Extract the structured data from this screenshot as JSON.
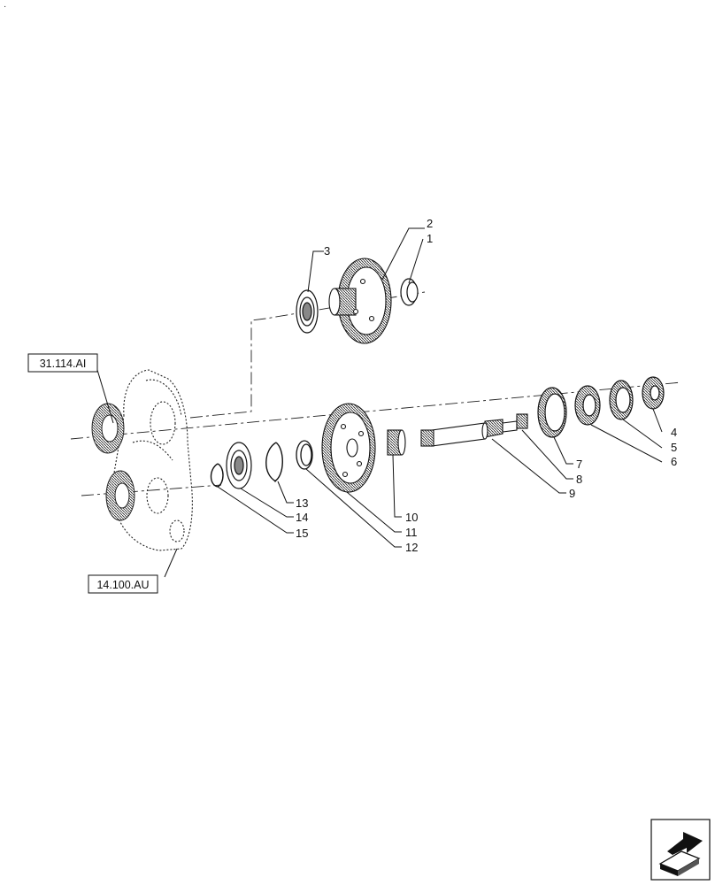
{
  "corner_mark": "·",
  "reference_labels": [
    {
      "id": "ref-31",
      "text": "31.114.AI"
    },
    {
      "id": "ref-14",
      "text": "14.100.AU"
    }
  ],
  "callouts": [
    "1",
    "2",
    "3",
    "4",
    "5",
    "6",
    "7",
    "8",
    "9",
    "10",
    "11",
    "12",
    "13",
    "14",
    "15"
  ],
  "nav_icon": "page-turn-arrow-icon",
  "colors": {
    "line": "#1a1a1a",
    "paper": "#ffffff"
  }
}
